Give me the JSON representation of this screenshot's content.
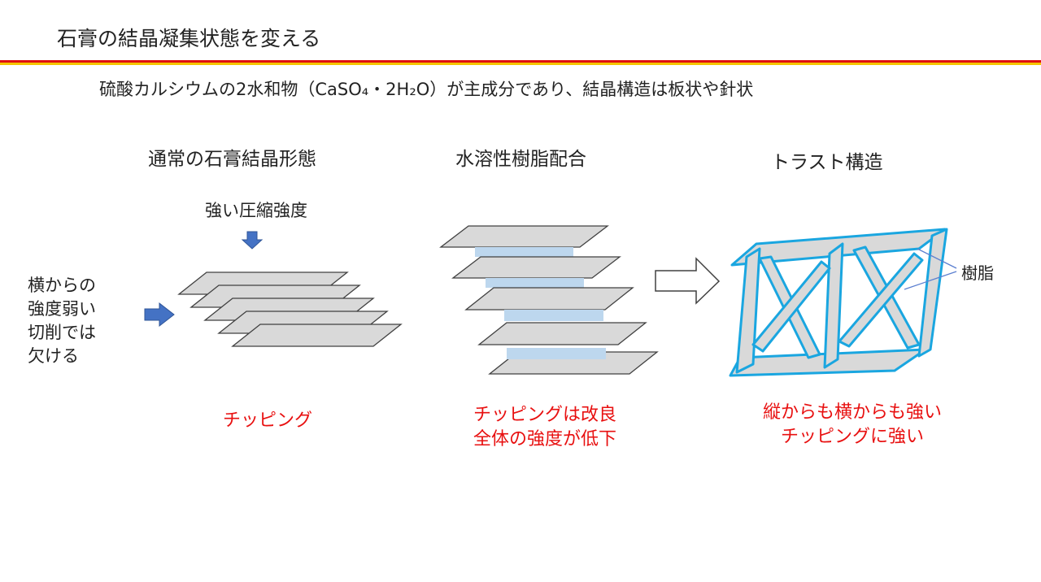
{
  "slide": {
    "title": "石膏の結晶凝集状態を変える",
    "subtitle": "硫酸カルシウムの2水和物（CaSO₄・2H₂O）が主成分であり、結晶構造は板状や針状"
  },
  "panels": [
    {
      "heading": "通常の石膏結晶形態",
      "result": [
        "チッピング"
      ]
    },
    {
      "heading": "水溶性樹脂配合",
      "result": [
        "チッピングは改良",
        "全体の強度が低下"
      ]
    },
    {
      "heading": "トラスト構造",
      "result": [
        "縦からも横からも強い",
        "チッピングに強い"
      ]
    }
  ],
  "annotations": {
    "pressure_label": "強い圧縮強度",
    "side_label": [
      "横からの",
      "強度弱い",
      "切削では",
      "欠ける"
    ],
    "resin_label": "樹脂"
  },
  "colors": {
    "accent_red": "#e81010",
    "rule_yellow": "#f5c400",
    "arrow_blue": "#4472c4",
    "truss_cyan": "#1aa6e0",
    "resin_blue": "#bdd7ee",
    "plate_gray": "#d9d9d9"
  }
}
